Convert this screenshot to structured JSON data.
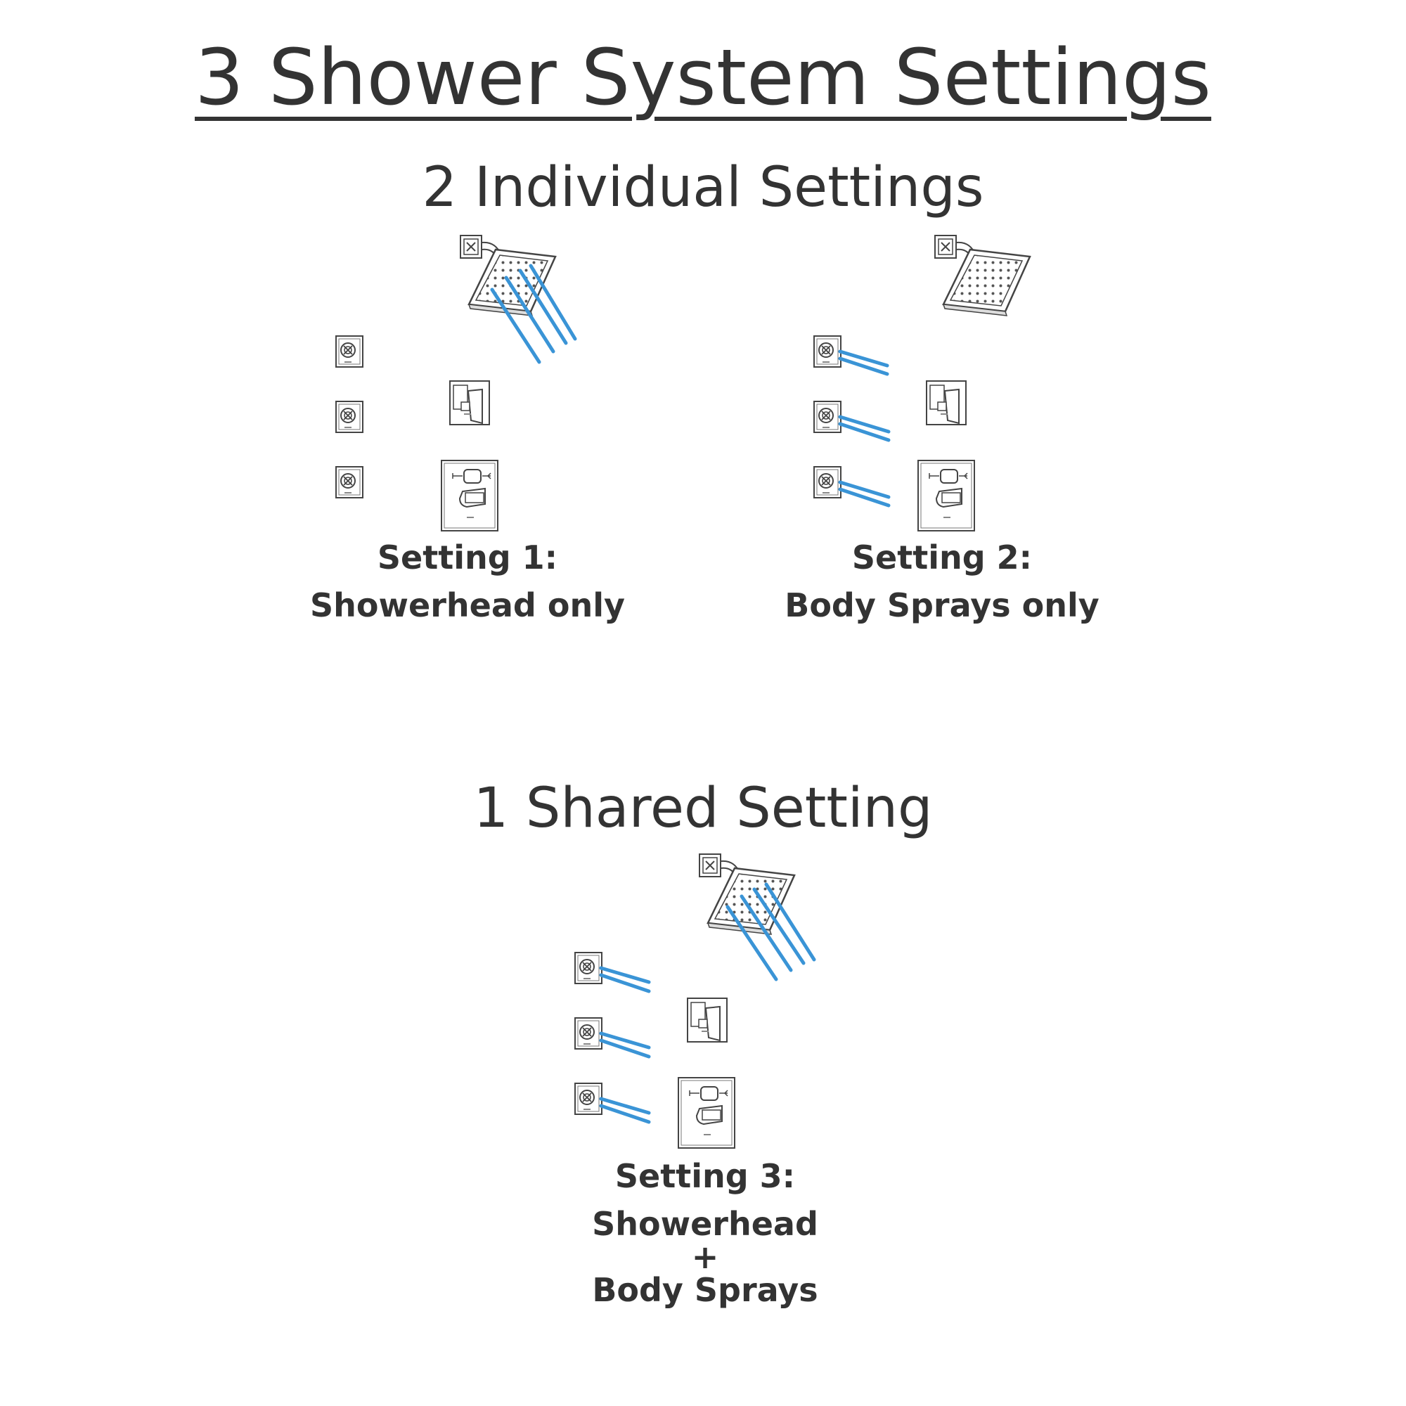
{
  "title": "3 Shower System Settings",
  "sections": {
    "individual": {
      "heading": "2 Individual Settings"
    },
    "shared": {
      "heading": "1 Shared Setting"
    }
  },
  "settings": [
    {
      "id": 1,
      "label": "Setting 1:",
      "desc": "Showerhead only",
      "showerhead_on": true,
      "body_sprays_on": false
    },
    {
      "id": 2,
      "label": "Setting 2:",
      "desc": "Body Sprays only",
      "showerhead_on": false,
      "body_sprays_on": true
    },
    {
      "id": 3,
      "label": "Setting 3:",
      "desc_line1": "Showerhead",
      "plus": "+",
      "desc_line2": "Body Sprays",
      "showerhead_on": true,
      "body_sprays_on": true
    }
  ],
  "colors": {
    "spray": "#3a94d6",
    "outline": "#444444",
    "text": "#333333"
  },
  "icons": [
    "showerhead-icon",
    "body-spray-icon",
    "diverter-icon",
    "valve-trim-icon"
  ]
}
